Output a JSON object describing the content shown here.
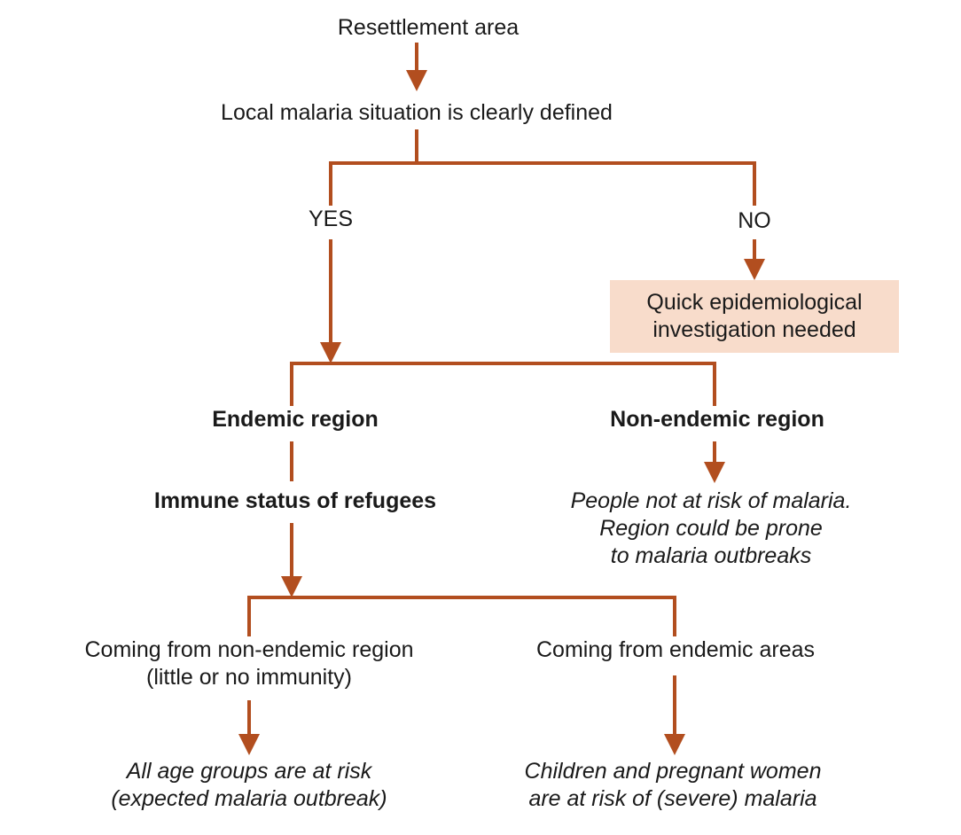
{
  "colors": {
    "connector": "#b24e1f",
    "highlight_box": "#f8dccb",
    "text": "#1a1a1a"
  },
  "nodes": {
    "resettlement_area": "Resettlement area",
    "local_situation": "Local malaria situation is clearly defined",
    "yes": "YES",
    "no": "NO",
    "quick_investigation": [
      "Quick epidemiological",
      "investigation needed"
    ],
    "endemic_region": "Endemic region",
    "non_endemic_region": "Non-endemic region",
    "immune_status": "Immune status of refugees",
    "not_at_risk": [
      "People not at risk of malaria.",
      "Region could be prone",
      "to malaria outbreaks"
    ],
    "from_non_endemic": [
      "Coming from non-endemic region",
      "(little or no immunity)"
    ],
    "from_endemic": "Coming from endemic areas",
    "all_age_groups": [
      "All age groups are at risk",
      "(expected malaria outbreak)"
    ],
    "children_pregnant": [
      "Children and pregnant women",
      "are at risk of (severe) malaria"
    ]
  }
}
